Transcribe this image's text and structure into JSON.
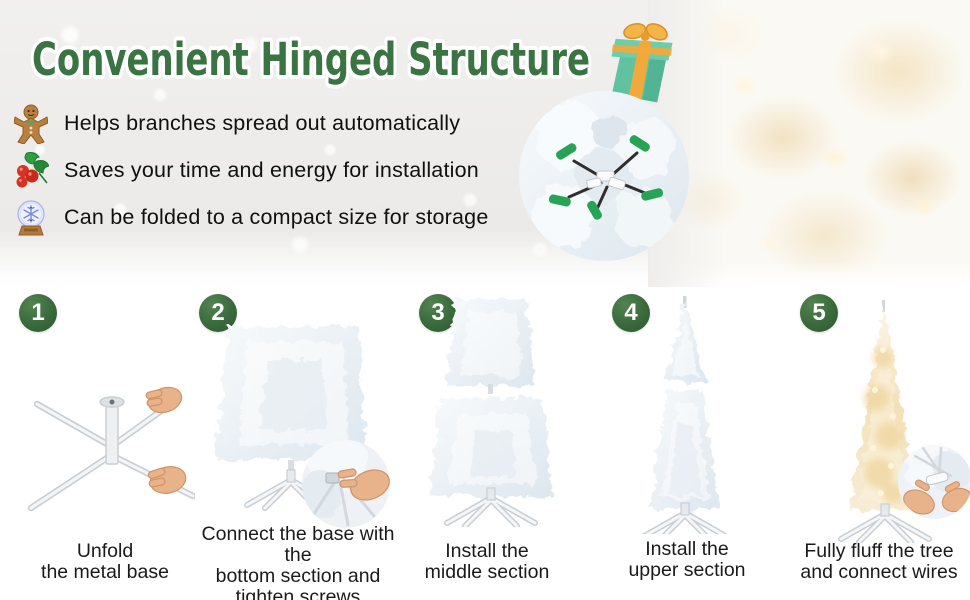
{
  "title": "Convenient Hinged Structure",
  "bullets": [
    {
      "icon": "gingerbread-icon",
      "text": "Helps branches spread out automatically"
    },
    {
      "icon": "holly-icon",
      "text": "Saves your time and energy for installation"
    },
    {
      "icon": "snowglobe-icon",
      "text": "Can be folded to a compact size for storage"
    }
  ],
  "steps": [
    {
      "number": "1",
      "caption_lines": [
        "Unfold",
        "the metal base"
      ]
    },
    {
      "number": "2",
      "caption_lines": [
        "Connect the base with the",
        "bottom section and",
        "tighten screws"
      ]
    },
    {
      "number": "3",
      "caption_lines": [
        "Install the",
        "middle section"
      ]
    },
    {
      "number": "4",
      "caption_lines": [
        "Install the",
        "upper section"
      ]
    },
    {
      "number": "5",
      "caption_lines": [
        "Fully fluff the tree",
        "and connect wires"
      ]
    }
  ],
  "colors": {
    "title_green": "#3a7442",
    "badge_green": "#3a6a3c",
    "gift_teal": "#5fc2a0",
    "ribbon_yellow": "#f2a93b",
    "caption_text": "#1a1a1a"
  }
}
